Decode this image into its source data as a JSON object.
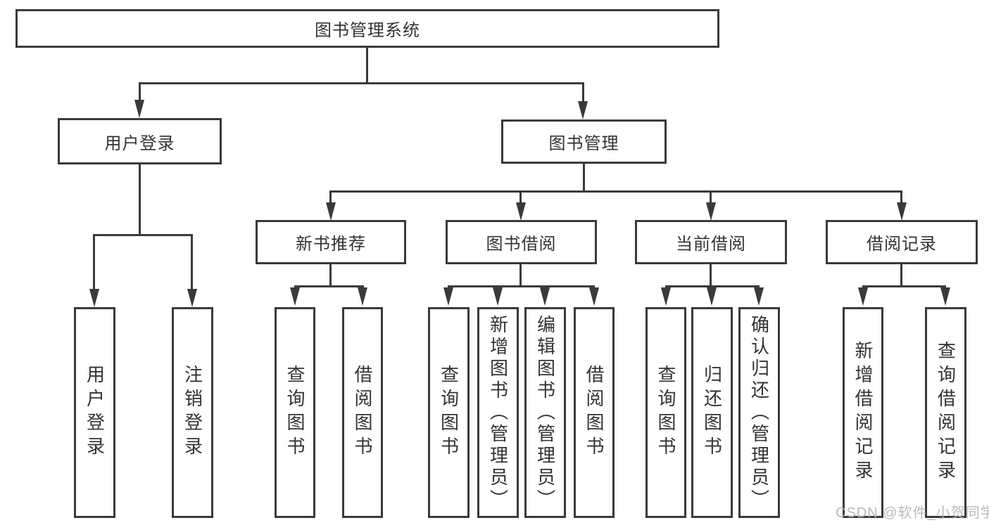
{
  "tree": {
    "label": "图书管理系统",
    "children": [
      {
        "label": "用户登录",
        "children": [
          {
            "label": "用户登录"
          },
          {
            "label": "注销登录"
          }
        ]
      },
      {
        "label": "图书管理",
        "children": [
          {
            "label": "新书推荐",
            "children": [
              {
                "label": "查询图书"
              },
              {
                "label": "借阅图书"
              }
            ]
          },
          {
            "label": "图书借阅",
            "children": [
              {
                "label": "查询图书"
              },
              {
                "label": "新增图书（管理员）"
              },
              {
                "label": "编辑图书（管理员）"
              },
              {
                "label": "借阅图书"
              }
            ]
          },
          {
            "label": "当前借阅",
            "children": [
              {
                "label": "查询图书"
              },
              {
                "label": "归还图书"
              },
              {
                "label": "确认归还（管理员）"
              }
            ]
          },
          {
            "label": "借阅记录",
            "children": [
              {
                "label": "新增借阅记录"
              },
              {
                "label": "查询借阅记录"
              }
            ]
          }
        ]
      }
    ]
  },
  "watermark": {
    "text": "CSDN @软件_小贺同学"
  },
  "colors": {
    "line": "#3a3a3a",
    "text": "#333333",
    "watermark": "#b3b3b3",
    "background": "#ffffff"
  }
}
